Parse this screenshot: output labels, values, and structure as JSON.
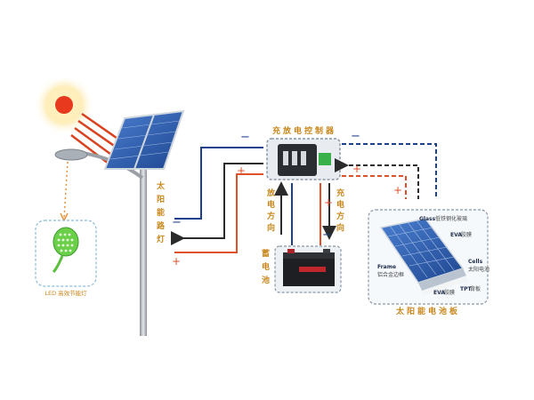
{
  "labels": {
    "street_light_vertical": "太阳能路灯",
    "led_lamp": "LED 高效节能灯",
    "controller": "充放电控制器",
    "discharge_dir": "放电方向",
    "charge_dir": "充电方向",
    "battery": "蓄电池",
    "panel": "太阳能电池板",
    "frame": "Frame",
    "frame_cn": "铝合金边框",
    "glass": "Glass",
    "glass_cn": "低铁钢化玻璃",
    "eva_top": "EVA",
    "eva_top_cn": "胶膜",
    "cells": "Cells",
    "cells_cn": "太阳电池",
    "eva_bottom": "EVA",
    "eva_bottom_cn": "胶膜",
    "tpt": "TPT",
    "tpt_cn": "背板"
  },
  "signs": {
    "minus": "−",
    "plus": "+"
  },
  "colors": {
    "negative_wire": "#1e3f8c",
    "positive_wire": "#e0502a",
    "flow_wire": "#2b2b2b",
    "label_orange": "#c9871b",
    "panel_blue": "#2f5fb0",
    "sun": "#e8381e",
    "lamp_green": "#5bbf3e"
  }
}
